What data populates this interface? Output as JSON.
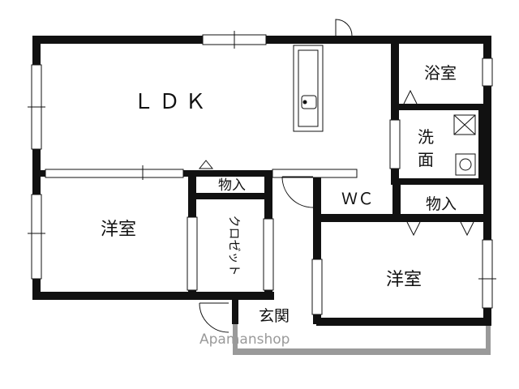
{
  "floor_plan": {
    "rooms": {
      "ldk": "ＬＤＫ",
      "bath": "浴室",
      "washroom": "洗\n面",
      "storage_1": "物入",
      "storage_2": "物入",
      "wc": "ＷＣ",
      "western_room_1": "洋室",
      "western_room_2": "洋室",
      "closet": "クロゼット",
      "entrance": "玄関"
    },
    "watermark": "Apamanshop"
  },
  "colors": {
    "wall": "#111111",
    "background": "#ffffff",
    "watermark": "#9a9a9a"
  }
}
